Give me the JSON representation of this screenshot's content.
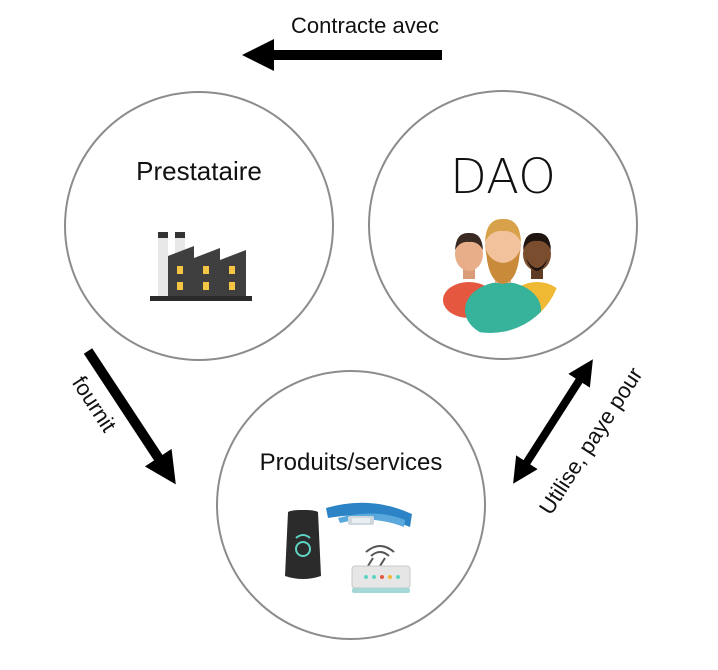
{
  "nodes": {
    "prestataire": {
      "label": "Prestataire",
      "icon": "factory-icon"
    },
    "dao": {
      "label": "DAO",
      "icon": "people-group-icon"
    },
    "produits": {
      "label": "Produits/services",
      "icon": "devices-icon"
    }
  },
  "edges": {
    "contracte": {
      "label": "Contracte avec",
      "from": "DAO",
      "to": "Prestataire"
    },
    "fournit": {
      "label": "fournit",
      "from": "Prestataire",
      "to": "Produits/services"
    },
    "utilise": {
      "label": "Utilise, paye pour",
      "from": "DAO",
      "to": "Produits/services",
      "bidirectional": true
    }
  },
  "colors": {
    "circle_stroke": "#8c8c8c",
    "arrow": "#000000",
    "factory_dark": "#3f3f3f",
    "factory_window": "#f4c542",
    "band_blue": "#2c84c6",
    "router_light": "#a3d8d6"
  }
}
